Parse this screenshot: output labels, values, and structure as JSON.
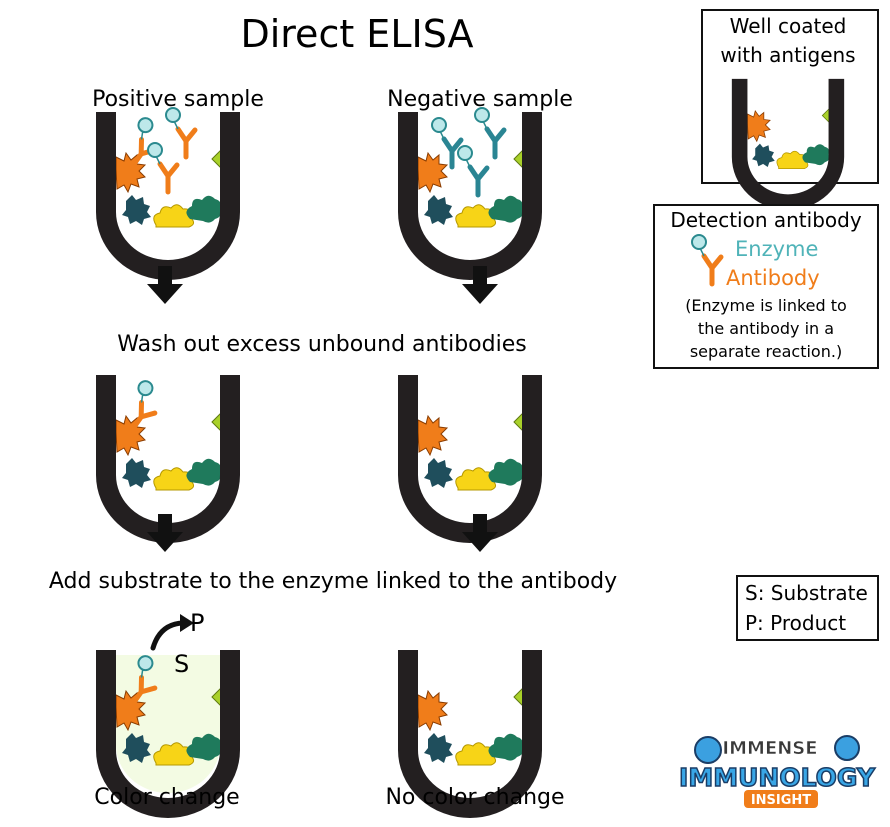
{
  "title": "Direct ELISA",
  "column_labels": {
    "positive": "Positive sample",
    "negative": "Negative sample"
  },
  "steps": {
    "wash": "Wash out excess unbound antibodies",
    "substrate": "Add substrate to the enzyme linked to the antibody"
  },
  "results": {
    "positive": "Color change",
    "negative": "No color change"
  },
  "legend_well": {
    "line1": "Well coated",
    "line2": "with antigens"
  },
  "legend_detection": {
    "title": "Detection antibody",
    "enzyme": "Enzyme",
    "antibody": "Antibody",
    "note_line1": "(Enzyme is linked to",
    "note_line2": "the antibody in a",
    "note_line3": "separate reaction.)"
  },
  "legend_sp": {
    "substrate": "S: Substrate",
    "product": "P: Product"
  },
  "reaction": {
    "s": "S",
    "p": "P"
  },
  "logo": {
    "line1": "IMMENSE",
    "line2": "IMMUNOLOGY",
    "line3": "INSIGHT"
  },
  "colors": {
    "well": "#231f20",
    "antibody": "#f07d1a",
    "enzyme_fill": "#bde8ea",
    "enzyme_stroke": "#2b8a8f",
    "teal_antibody": "#2a8593",
    "antigen_orange": "#f07d1a",
    "antigen_navy": "#1f4e5c",
    "antigen_yellow": "#f7d417",
    "antigen_green": "#1f7a5c",
    "antigen_lime": "#a9d12a",
    "enzyme_label": "#4fb3b8",
    "antibody_label": "#f07d1a",
    "color_change": "#f3fbe3"
  }
}
